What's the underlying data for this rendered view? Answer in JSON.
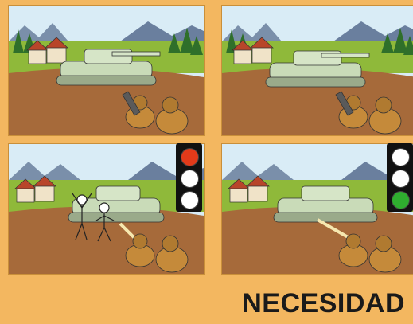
{
  "caption": {
    "text": "NECESIDAD"
  },
  "colors": {
    "page_background": "#f3b760",
    "sky": "#d9ecf6",
    "mountains": "#6a7f9e",
    "field": "#8fb93a",
    "ground": "#a66a3a",
    "tank": "#d6e5c7",
    "soldiers": "#c58a3a",
    "light_red": "#e23a1a",
    "light_green": "#2fae2f",
    "light_off": "#ffffff"
  },
  "panels": [
    {
      "id": "panel-1",
      "scene": "tank-advances",
      "people_present": false
    },
    {
      "id": "panel-2",
      "scene": "tank-advances",
      "people_present": false
    },
    {
      "id": "panel-3",
      "scene": "civilians-in-front-of-tank",
      "people_present": true
    },
    {
      "id": "panel-4",
      "scene": "soldiers-fire-at-tank",
      "people_present": false
    }
  ],
  "traffic_lights": [
    {
      "id": "left",
      "lights": [
        "red",
        "off",
        "off"
      ]
    },
    {
      "id": "right",
      "lights": [
        "off",
        "off",
        "green"
      ]
    }
  ]
}
